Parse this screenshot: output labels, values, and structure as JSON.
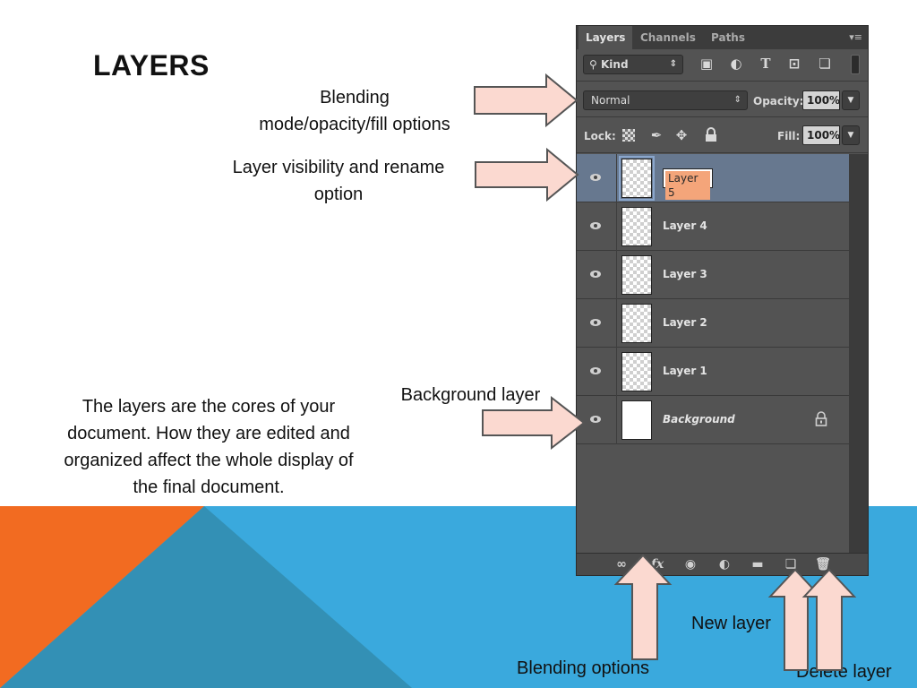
{
  "slide": {
    "title": "LAYERS",
    "captions": {
      "blending": [
        "Blending",
        "mode/opacity/fill options"
      ],
      "visibility": [
        "Layer visibility and rename",
        "option"
      ],
      "background": "Background layer",
      "description": [
        "The layers are the cores of your",
        "document. How they are edited and",
        "organized affect the whole display of",
        "the final document."
      ],
      "new_layer": "New layer",
      "blending_options": "Blending options",
      "delete_layer": "Delete layer"
    },
    "colors": {
      "blue": "#3aa9dd",
      "orange": "#f26b21",
      "teal": "#3390b5",
      "arrow_fill": "#fbd9d0",
      "panel": "#535353"
    }
  },
  "panel": {
    "tabs": [
      "Layers",
      "Channels",
      "Paths"
    ],
    "panel_menu_icon": "panel-menu-icon",
    "filter": {
      "label": "Kind",
      "icons": [
        "image-filter-icon",
        "adjustment-filter-icon",
        "type-filter-icon",
        "shape-filter-icon",
        "smart-object-filter-icon",
        "filter-toggle-icon"
      ]
    },
    "blend_mode": "Normal",
    "opacity_label": "Opacity:",
    "opacity_value": "100%",
    "lock_label": "Lock:",
    "fill_label": "Fill:",
    "fill_value": "100%",
    "layers": [
      {
        "name": "Layer 5",
        "selected": true,
        "renaming": true,
        "thumbnail": "transparent"
      },
      {
        "name": "Layer 4",
        "selected": false,
        "thumbnail": "transparent"
      },
      {
        "name": "Layer 3",
        "selected": false,
        "thumbnail": "transparent"
      },
      {
        "name": "Layer 2",
        "selected": false,
        "thumbnail": "transparent"
      },
      {
        "name": "Layer 1",
        "selected": false,
        "thumbnail": "transparent"
      },
      {
        "name": "Background",
        "selected": false,
        "thumbnail": "white",
        "locked": true
      }
    ],
    "bottom_icons": [
      "link-layers-icon",
      "fx-icon",
      "add-mask-icon",
      "adjustment-layer-icon",
      "new-group-icon",
      "new-layer-icon",
      "delete-layer-icon"
    ]
  }
}
